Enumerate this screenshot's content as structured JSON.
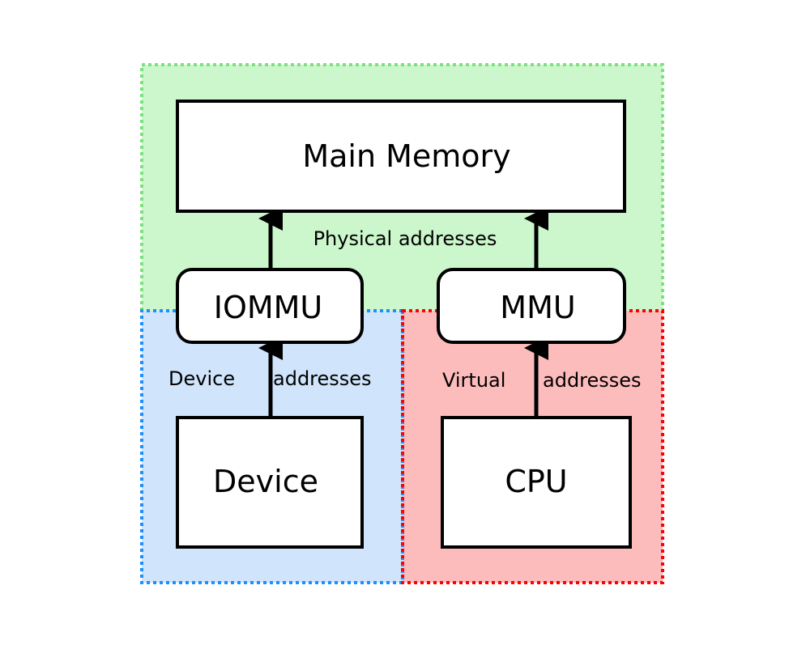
{
  "regions": {
    "physical": {
      "fill": "#ccf7cc",
      "border": "#7fe07f"
    },
    "device": {
      "fill": "#d0e4fb",
      "border": "#1e8fff"
    },
    "virtual": {
      "fill": "#fdbcbc",
      "border": "#ff0000"
    }
  },
  "boxes": {
    "main_memory": "Main Memory",
    "iommu": "IOMMU",
    "mmu": "MMU",
    "device": "Device",
    "cpu": "CPU"
  },
  "labels": {
    "physical_addresses": "Physical addresses",
    "device_word": "Device",
    "device_addresses_word": "addresses",
    "virtual_word": "Virtual",
    "virtual_addresses_word": "addresses"
  }
}
